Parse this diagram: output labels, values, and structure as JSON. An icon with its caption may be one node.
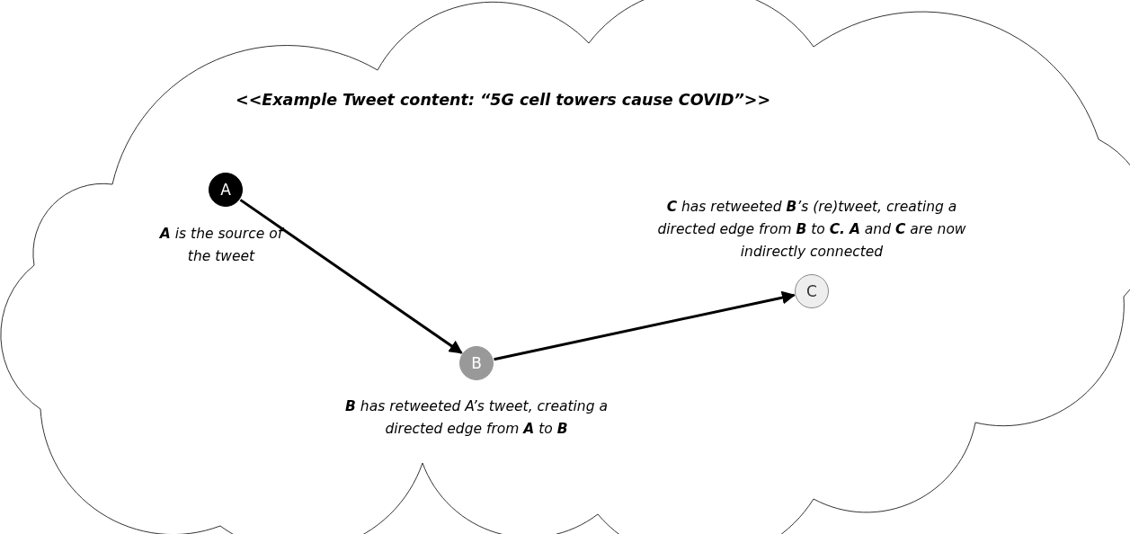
{
  "diagram": {
    "nodes": [
      {
        "text": [
          "<<Example Tweet content: “5G cell towers cause COVID”>>"
        ]
      },
      {
        "text": [
          "A"
        ],
        "in": 0,
        "beside": [
          "**A** is the source of the tweet"
        ]
      },
      {
        "text": [
          "B"
        ],
        "in": 0,
        "beside": [
          "**B** has retweeted A’s tweet, creating a directed edge from **A** to **B**"
        ]
      },
      {
        "text": [
          "C"
        ],
        "in": 0,
        "beside": [
          "**C** has retweeted **B**’s (re)tweet, creating a directed edge from **B** to **C.** **A** and **C** are now indirectly connected"
        ]
      }
    ],
    "edges": [
      {
        "from": 1,
        "to": 2,
        "arrow": "to"
      },
      {
        "from": 2,
        "to": 3,
        "arrow": "to"
      }
    ]
  }
}
